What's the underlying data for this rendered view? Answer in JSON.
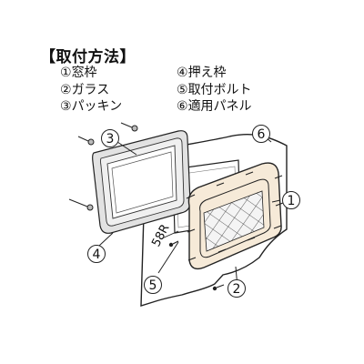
{
  "title": "【取付方法】",
  "legend": {
    "left": [
      {
        "num": "①",
        "label": "窓枠"
      },
      {
        "num": "②",
        "label": "ガラス"
      },
      {
        "num": "③",
        "label": "パッキン"
      }
    ],
    "right": [
      {
        "num": "④",
        "label": "押え枠"
      },
      {
        "num": "⑤",
        "label": "取付ボルト"
      },
      {
        "num": "⑥",
        "label": "適用パネル"
      }
    ]
  },
  "callouts": {
    "c1": "1",
    "c2": "2",
    "c3": "3",
    "c4": "4",
    "c5": "5",
    "c6": "6"
  },
  "panel_mark": "58R",
  "colors": {
    "frame_fill": "#f6ead8",
    "line": "#222222",
    "panel_fill": "#ffffff",
    "gray_frame": "#d8d8d8"
  }
}
